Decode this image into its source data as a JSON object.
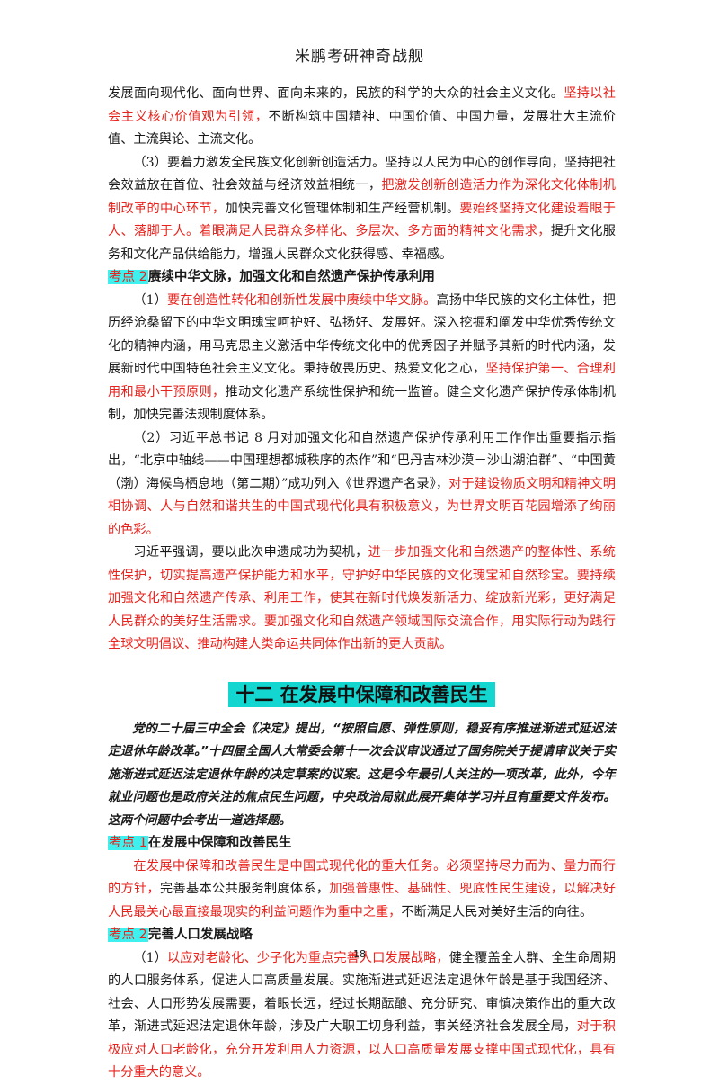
{
  "header": {
    "title": "米鹏考研神奇战舰"
  },
  "page_number": "18",
  "p1": {
    "a": "发展面向现代化、面向世界、面向未来的，民族的科学的大众的社会主义文化。",
    "r1": "坚持以社会主义核心价值观为引领，",
    "b": "不断构筑中国精神、中国价值、中国力量，发展壮大主流价值、主流舆论、主流文化。"
  },
  "p2": {
    "a": "（3）要着力激发全民族文化创新创造活力。坚持以人民为中心的创作导向，坚持把社会效益放在首位、社会效益与经济效益相统一，",
    "r1": "把激发创新创造活力作为深化文化体制机制改革的中心环节，",
    "b": "加快完善文化管理体制和生产经营机制。",
    "r2": "要始终坚持文化建设着眼于人、落脚于人。着眼满足人民群众多样化、多层次、多方面的精神文化需求，",
    "c": "提升文化服务和文化产品供给能力，增强人民群众文化获得感、幸福感。"
  },
  "kd1": {
    "tag": "考点 2",
    "title": "赓续中华文脉，加强文化和自然遗产保护传承利用"
  },
  "p3": {
    "a": "（1）",
    "r1": "要在创造性转化和创新性发展中赓续中华文脉。",
    "b": "高扬中华民族的文化主体性，把历经沧桑留下的中华文明瑰宝呵护好、弘扬好、发展好。深入挖掘和阐发中华优秀传统文化的精神内涵，用马克思主义激活中华传统文化中的优秀因子并赋予其新的时代内涵，发展新时代中国特色社会主义文化。秉持敬畏历史、热爱文化之心，",
    "r2": "坚持保护第一、合理利用和最小干预原则，",
    "c": "推动文化遗产系统性保护和统一监管。健全文化遗产保护传承体制机制，加快完善法规制度体系。"
  },
  "p4": {
    "a": "（2）习近平总书记 8 月对加强文化和自然遗产保护传承利用工作作出重要指示指出，“北京中轴线——中国理想都城秩序的杰作”和“巴丹吉林沙漠－沙山湖泊群”、“中国黄（渤）海候鸟栖息地（第二期）”成功列入《世界遗产名录》，",
    "r1": "对于建设物质文明和精神文明相协调、人与自然和谐共生的中国式现代化具有积极意义，为世界文明百花园增添了绚丽的色彩。"
  },
  "p5": {
    "a": "习近平强调，要以此次申遗成功为契机，",
    "r1": "进一步加强文化和自然遗产的整体性、系统性保护，切实提高遗产保护能力和水平，守护好中华民族的文化瑰宝和自然珍宝。要持续加强文化和自然遗产传承、利用工作，使其在新时代焕发新活力、绽放新光彩，更好满足人民群众的美好生活需求。要加强文化和自然遗产领域国际交流合作，用实际行动为践行全球文明倡议、推动构建人类命运共同体作出新的更大贡献。"
  },
  "section": {
    "title": "十二 在发展中保障和改善民生"
  },
  "intro": "党的二十届三中全会《决定》提出，“按照自愿、弹性原则，稳妥有序推进渐进式延迟法定退休年龄改革。”十四届全国人大常委会第十一次会议审议通过了国务院关于提请审议关于实施渐进式延迟法定退休年龄的决定草案的议案。这是今年最引人关注的一项改革，此外，今年就业问题也是政府关注的焦点民生问题，中央政治局就此展开集体学习并且有重要文件发布。这两个问题中会考出一道选择题。",
  "kd2": {
    "tag": "考点 1",
    "title": "在发展中保障和改善民生"
  },
  "p6": {
    "r1": "在发展中保障和改善民生是中国式现代化的重大任务。必须坚持尽力而为、量力而行的方针，",
    "a": "完善基本公共服务制度体系，",
    "r2": "加强普惠性、基础性、兜底性民生建设，以解决好人民最关心最直接最现实的利益问题作为重中之重，",
    "b": "不断满足人民对美好生活的向往。"
  },
  "kd3": {
    "tag": "考点 2",
    "title": "完善人口发展战略"
  },
  "p7": {
    "a": "（1）",
    "r1": "以应对老龄化、少子化为重点完善人口发展战略，",
    "b": "健全覆盖全人群、全生命周期的人口服务体系，促进人口高质量发展。实施渐进式延迟法定退休年龄是基于我国经济、社会、人口形势发展需要，着眼长远，经过长期酝酿、充分研究、审慎决策作出的重大改革，渐进式延迟法定退休年龄，涉及广大职工切身利益，事关经济社会发展全局，",
    "r2": "对于积极应对人口老龄化，充分开发利用人力资源，以人口高质量发展支撑中国式现代化，具有十分重大的意义。"
  }
}
